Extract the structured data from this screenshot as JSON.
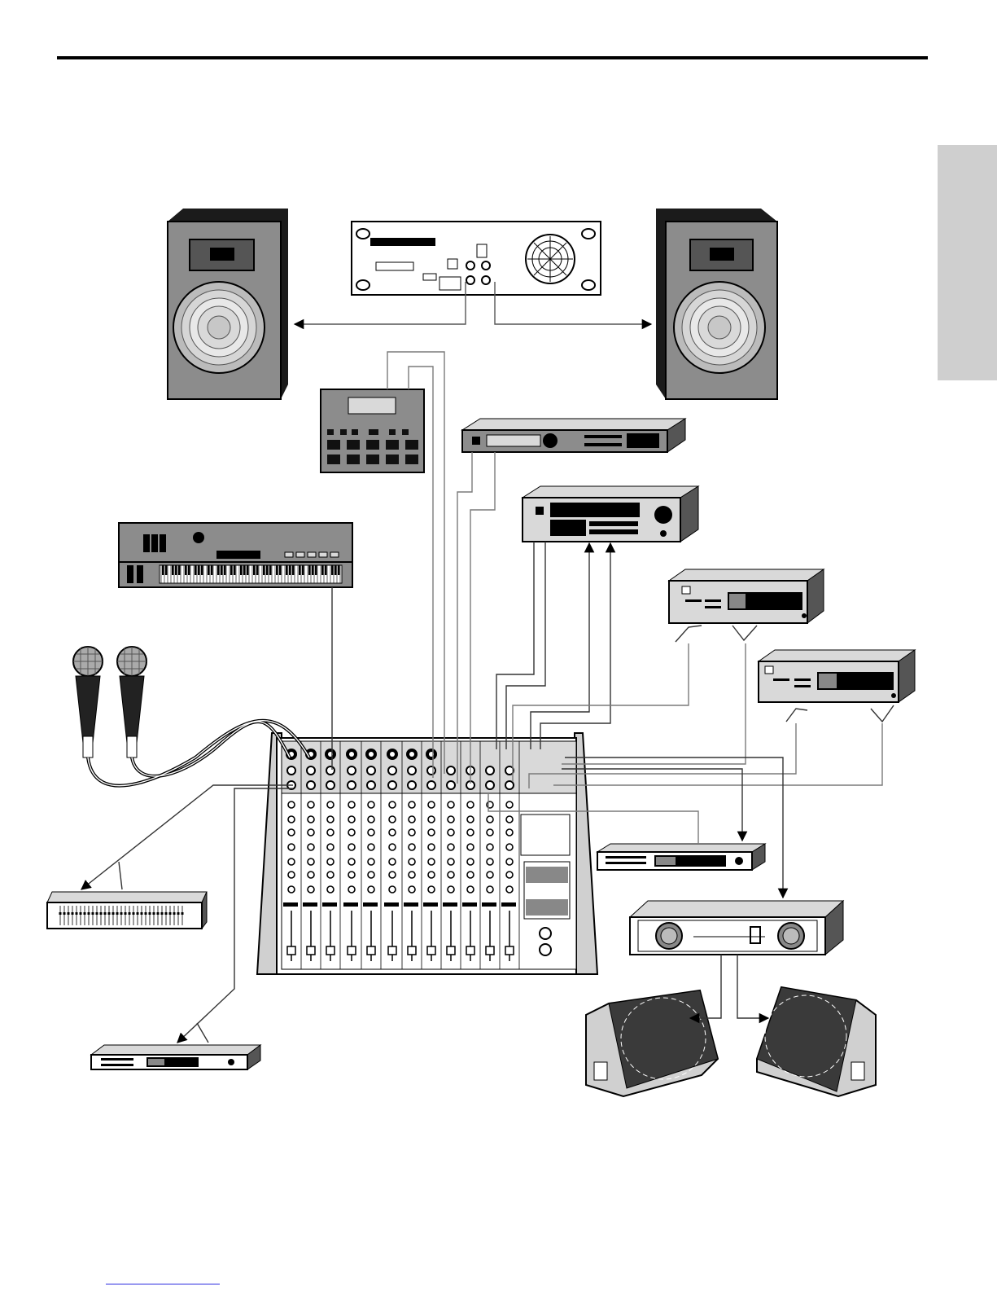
{
  "page": {
    "colors": {
      "ink": "#000000",
      "device_gray": "#8c8c8c",
      "light_gray": "#d9d9d9",
      "dark_gray": "#3a3a3a",
      "cable_gray": "#7a7a7a",
      "side_tab": "#cfcfcf",
      "link_underline": "#2a2ae0"
    }
  },
  "devices": [
    {
      "id": "speaker-left",
      "icon": "speaker-cabinet-icon"
    },
    {
      "id": "speaker-right",
      "icon": "speaker-cabinet-icon"
    },
    {
      "id": "power-amplifier-rear",
      "icon": "power-amp-rear-panel-icon"
    },
    {
      "id": "drum-machine",
      "icon": "drum-machine-icon"
    },
    {
      "id": "rack-effects-1",
      "icon": "rack-unit-icon"
    },
    {
      "id": "rack-synth-module",
      "icon": "rack-unit-icon"
    },
    {
      "id": "keyboard-synth",
      "icon": "keyboard-icon"
    },
    {
      "id": "rack-effects-2",
      "icon": "rack-unit-icon"
    },
    {
      "id": "rack-effects-3",
      "icon": "rack-unit-icon"
    },
    {
      "id": "microphone-1",
      "icon": "microphone-icon"
    },
    {
      "id": "microphone-2",
      "icon": "microphone-icon"
    },
    {
      "id": "mixer",
      "icon": "mixing-console-icon"
    },
    {
      "id": "graphic-equalizer",
      "icon": "graphic-eq-icon"
    },
    {
      "id": "recorder-rack",
      "icon": "rack-unit-icon"
    },
    {
      "id": "rack-compressor",
      "icon": "rack-unit-icon"
    },
    {
      "id": "stage-power-amplifier",
      "icon": "power-amp-front-icon"
    },
    {
      "id": "monitor-wedge-left",
      "icon": "monitor-wedge-icon"
    },
    {
      "id": "monitor-wedge-right",
      "icon": "monitor-wedge-icon"
    }
  ]
}
